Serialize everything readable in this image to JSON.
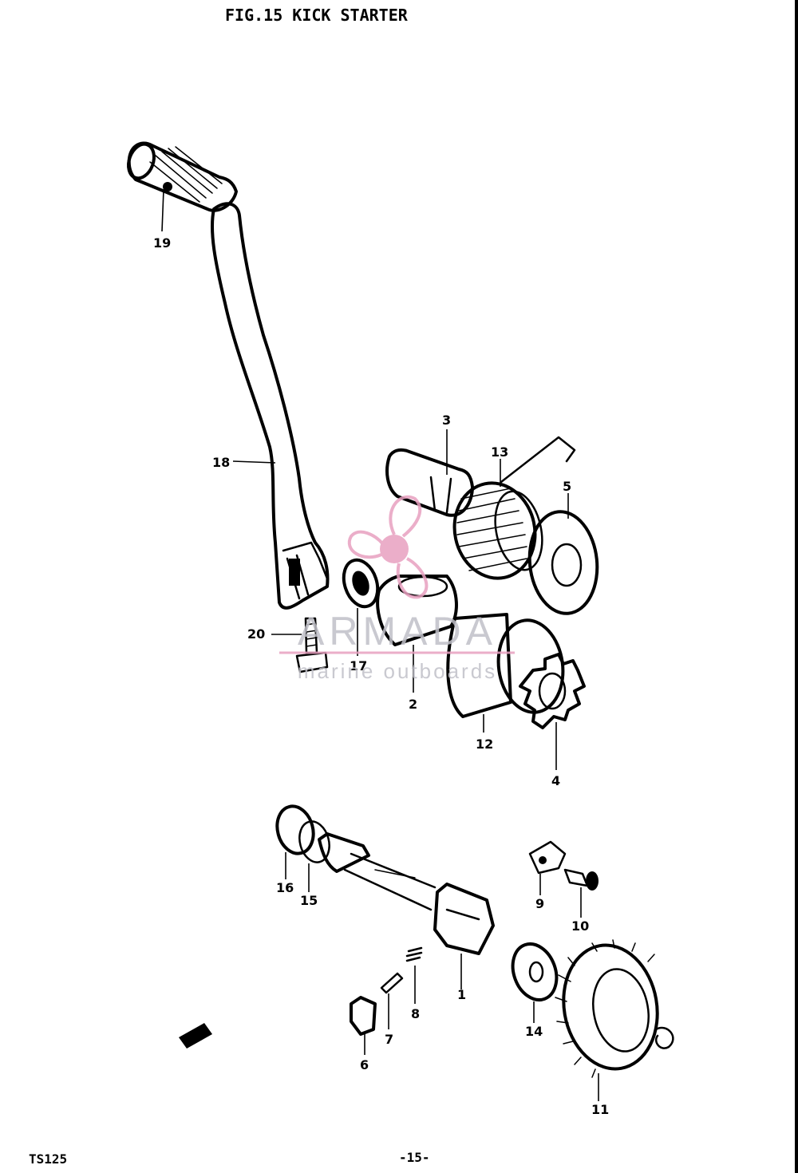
{
  "figure": {
    "title": "FIG.15  KICK STARTER",
    "model": "TS125",
    "page": "-15-"
  },
  "parts": [
    {
      "ref": "1"
    },
    {
      "ref": "2"
    },
    {
      "ref": "3"
    },
    {
      "ref": "4"
    },
    {
      "ref": "5"
    },
    {
      "ref": "6"
    },
    {
      "ref": "7"
    },
    {
      "ref": "8"
    },
    {
      "ref": "9"
    },
    {
      "ref": "10"
    },
    {
      "ref": "11"
    },
    {
      "ref": "12"
    },
    {
      "ref": "13"
    },
    {
      "ref": "14"
    },
    {
      "ref": "15"
    },
    {
      "ref": "16"
    },
    {
      "ref": "17"
    },
    {
      "ref": "18"
    },
    {
      "ref": "19"
    },
    {
      "ref": "20"
    }
  ],
  "watermark": {
    "brand": "ARMADA",
    "tagline": "marine outboards",
    "color": "#e8a0c0",
    "text_color": "#c0c0c8"
  },
  "colors": {
    "ink": "#000000",
    "paper": "#ffffff"
  }
}
